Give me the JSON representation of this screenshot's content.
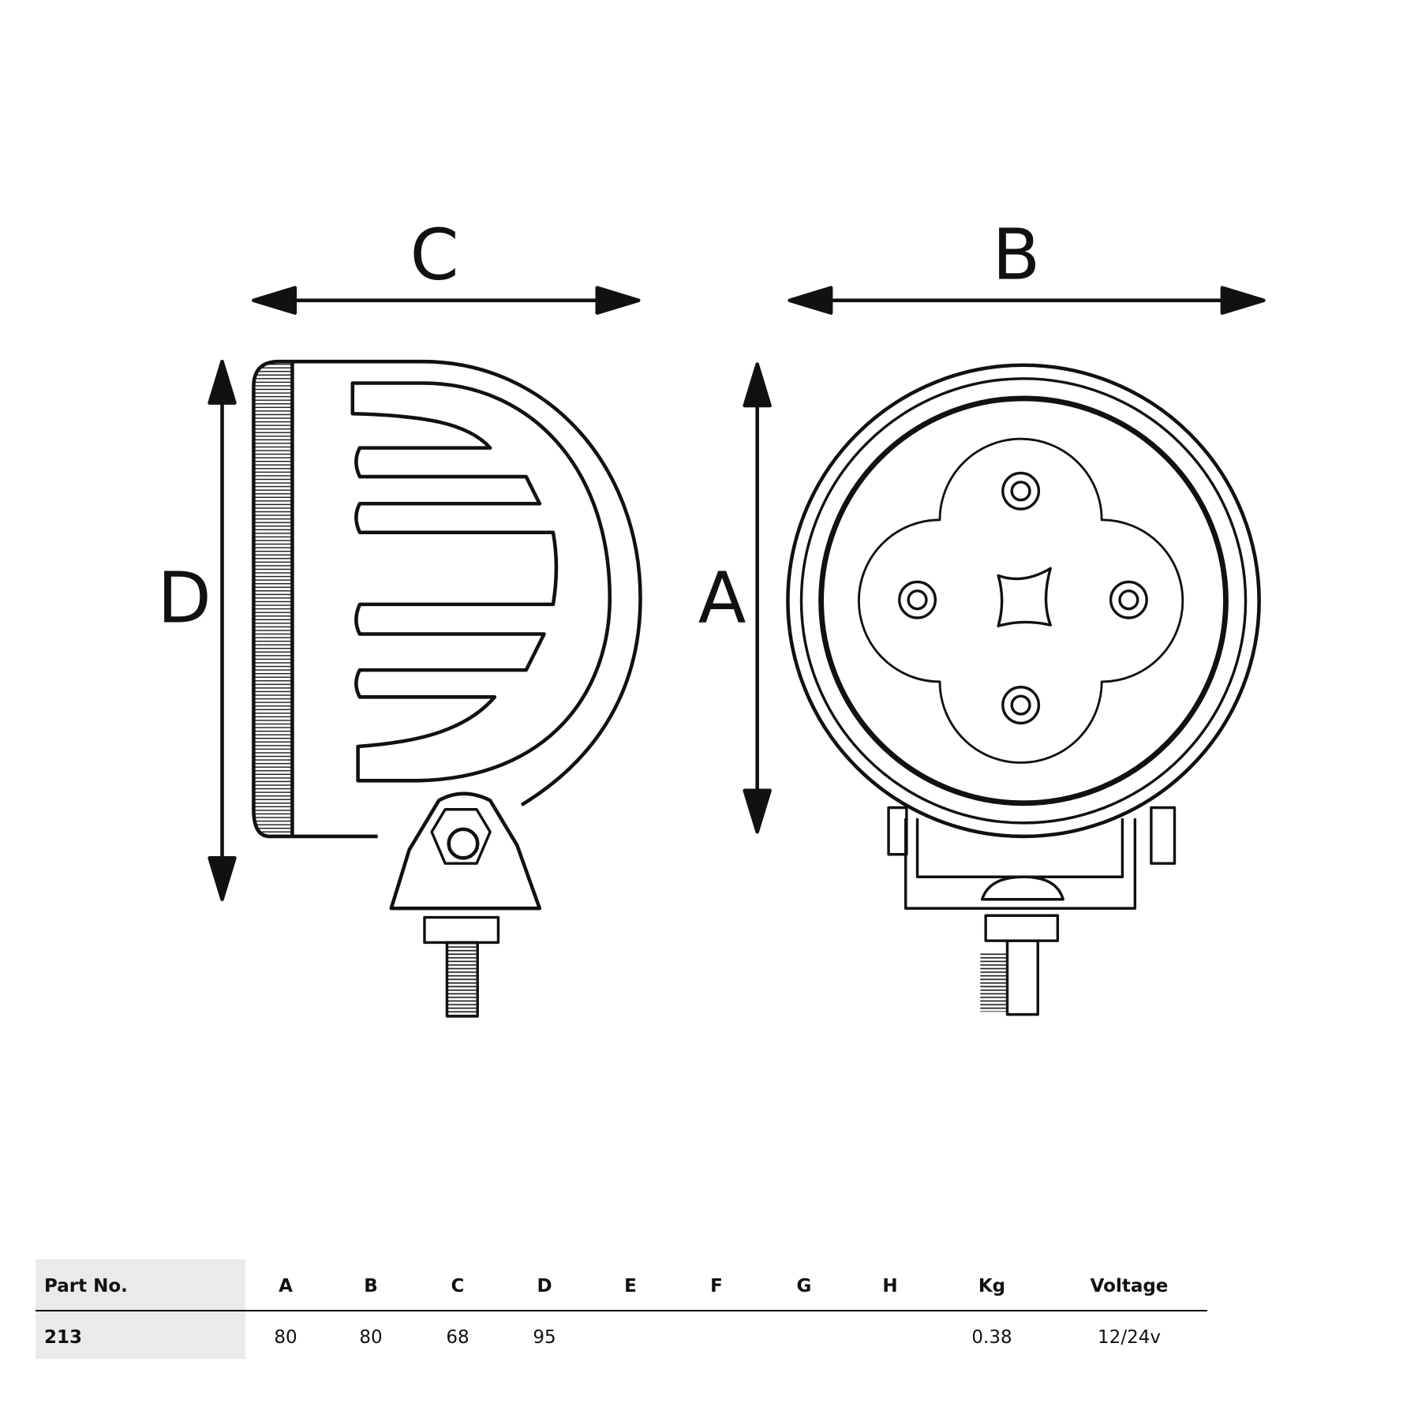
{
  "dimension_labels": {
    "a": "A",
    "b": "B",
    "c": "C",
    "d": "D"
  },
  "table": {
    "headers": [
      "Part No.",
      "A",
      "B",
      "C",
      "D",
      "E",
      "F",
      "G",
      "H",
      "Kg",
      "Voltage"
    ],
    "row": [
      "213",
      "80",
      "80",
      "68",
      "95",
      "",
      "",
      "",
      "",
      "0.38",
      "12/24v"
    ]
  }
}
